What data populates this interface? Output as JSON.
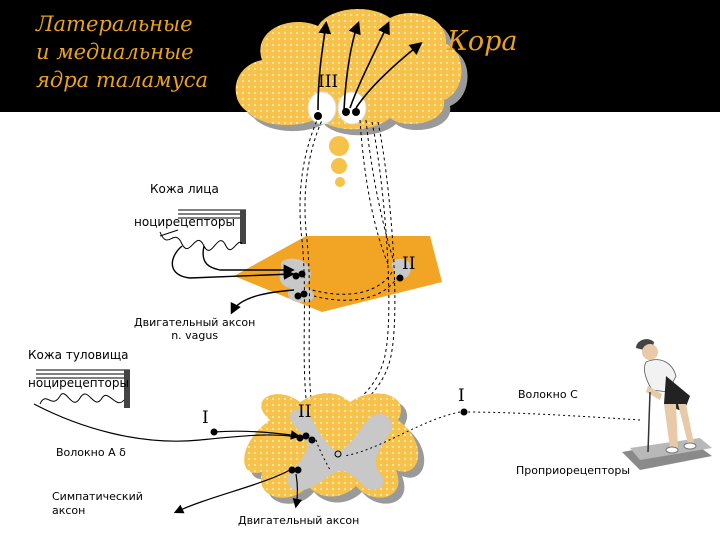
{
  "labels": {
    "thalamus_nuclei": [
      "Латеральные",
      "и медиальные",
      "ядра таламуса"
    ],
    "cortex": "Кора",
    "face_skin": "Кожа лица",
    "face_nociceptors": "ноцирецепторы",
    "motor_axon_vagus": [
      "Двигательный аксон",
      "n. vagus"
    ],
    "trunk_skin": "Кожа туловища",
    "trunk_nociceptors": "ноцирецепторы",
    "fiber_a_delta": "Волокно А δ",
    "sympathetic_axon": [
      "Симпатический",
      "аксон"
    ],
    "motor_axon": "Двигательный аксон",
    "fiber_c": "Волокно С",
    "proprioceptors": "Проприорецепторы"
  },
  "neuron_labels": {
    "thalamus": "III",
    "brainstem": "II",
    "spinal_ii": "II",
    "spinal_i": "I",
    "c_fiber_i": "I"
  },
  "colors": {
    "background_top": "#000000",
    "accent_orange": "#f2a524",
    "cloud_fill": "#fbd26b",
    "grey_region": "#c8c8c8",
    "line": "#000000"
  }
}
